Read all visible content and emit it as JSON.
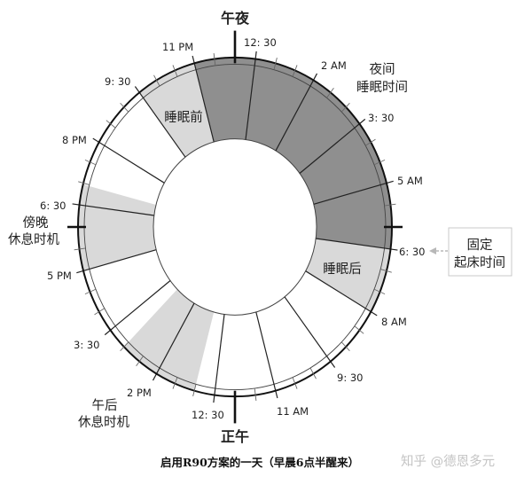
{
  "title_top": "午夜",
  "title_bottom": "正午",
  "caption": "启用R90方案的一天（早晨6点半醒来）",
  "watermark": "知乎 @德恩多元",
  "callouts": {
    "night_sleep": [
      "夜间",
      "睡眠时间"
    ],
    "pre_sleep": "睡眠前",
    "post_sleep": "睡眠后",
    "evening_rest": [
      "傍晚",
      "休息时机"
    ],
    "afternoon_rest": [
      "午后",
      "休息时机"
    ],
    "fixed_wake": [
      "固定",
      "起床时间"
    ]
  },
  "time_labels": {
    "t2300": "11 PM",
    "t0030": "12: 30",
    "t0200": "2 AM",
    "t0330": "3: 30",
    "t0500": "5 AM",
    "t0630": "6: 30",
    "t0800": "8 AM",
    "t0930": "9: 30",
    "t1100": "11 AM",
    "t1230": "12: 30",
    "t1400": "2 PM",
    "t1530": "3: 30",
    "t1700": "5 PM",
    "t1830": "6: 30",
    "t2000": "8 PM",
    "t2130": "9: 30"
  },
  "colors": {
    "night": "#8f8f8f",
    "light": "#d9d9d9",
    "line": "#222222",
    "tick": "#666666",
    "arrow": "#b8b8b8"
  },
  "chart_data": {
    "type": "radial-clock",
    "title": "启用R90方案的一天（早晨6点半醒来）",
    "clock_hours": 24,
    "cycle_minutes": 90,
    "orientation": "midnight at top, noon at bottom, clockwise",
    "cycle_boundaries": [
      "11 PM",
      "12:30 AM",
      "2 AM",
      "3:30 AM",
      "5 AM",
      "6:30 AM",
      "8 AM",
      "9:30 AM",
      "11 AM",
      "12:30 PM",
      "2 PM",
      "3:30 PM",
      "5 PM",
      "6:30 PM",
      "8 PM",
      "9:30 PM"
    ],
    "boundary_hours": [
      23,
      0.5,
      2,
      3.5,
      5,
      6.5,
      8,
      9.5,
      11,
      12.5,
      14,
      15.5,
      17,
      18.5,
      20,
      21.5
    ],
    "tick_interval_minutes": 30,
    "major_ticks_hours": [
      0,
      6,
      12,
      18
    ],
    "regions": [
      {
        "name": "夜间睡眠时间",
        "start": 23,
        "end": 30.5,
        "shade": "night",
        "band": "night"
      },
      {
        "name": "睡眠前",
        "start": 21.5,
        "end": 23,
        "shade": "light",
        "band": "light"
      },
      {
        "name": "睡眠后",
        "start": 6.5,
        "end": 8,
        "shade": "light",
        "band": "light"
      },
      {
        "name": "傍晚休息时机",
        "start": 17,
        "end": 18.97,
        "shade": "light",
        "band": "light"
      },
      {
        "name": "午后休息时机",
        "start": 13,
        "end": 15,
        "shade": "light",
        "band": "light"
      }
    ],
    "fixed_wake_time": "6:30 AM"
  }
}
